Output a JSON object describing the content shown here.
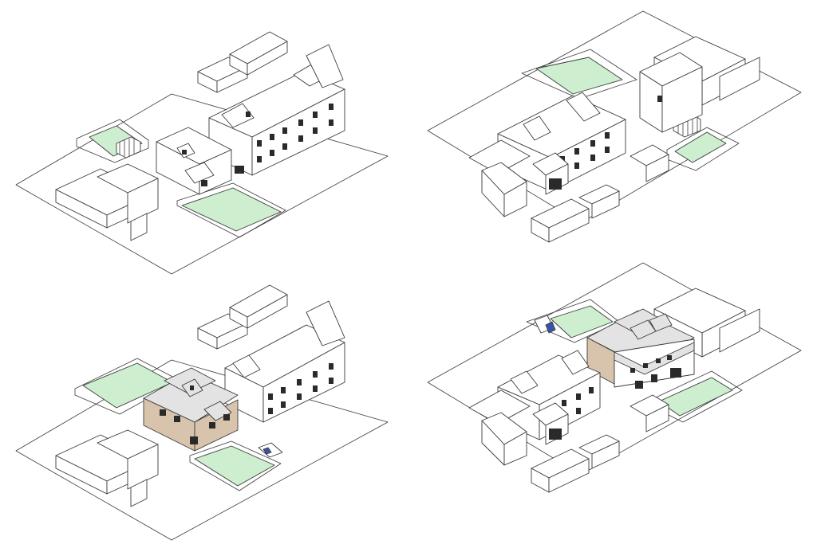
{
  "colors": {
    "lawn": "#cdeecf",
    "line": "#3a3a3a",
    "roof_grey": "#e3e3e3",
    "brick_tan": "#d8c4ac",
    "bins_blue": "#3b53a6"
  },
  "views": [
    {
      "id": "existing-front",
      "state": "existing"
    },
    {
      "id": "existing-rear",
      "state": "existing"
    },
    {
      "id": "proposed-front",
      "state": "proposed"
    },
    {
      "id": "proposed-rear",
      "state": "proposed"
    }
  ]
}
